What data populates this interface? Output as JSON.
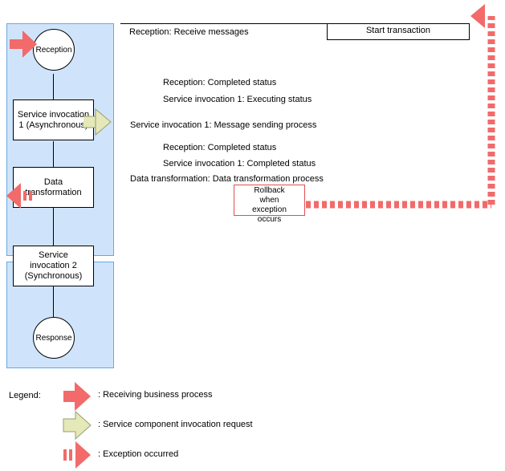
{
  "diagram": {
    "panel_top_label": "",
    "nodes": {
      "reception": "Reception",
      "service_invocation_1": "Service invocation 1 (Asynchronous)",
      "data_transformation": "Data transformation",
      "service_invocation_2": "Service invocation 2 (Synchronous)",
      "response": "Response"
    },
    "messages": {
      "reception_receive": "Reception: Receive messages",
      "start_transaction": "Start transaction",
      "reception_completed_1": "Reception: Completed status",
      "service1_executing": "Service invocation 1: Executing status",
      "service1_sending": "Service invocation 1: Message sending process",
      "reception_completed_2": "Reception: Completed status",
      "service1_completed": "Service invocation 1: Completed status",
      "data_transformation_process": "Data transformation: Data transformation process",
      "rollback": "Rollback when exception occurs"
    }
  },
  "legend": {
    "title": "Legend:",
    "items": [
      {
        "label": ": Receiving business process",
        "icon": "receiving-arrow-icon"
      },
      {
        "label": ": Service component invocation request",
        "icon": "invocation-arrow-icon"
      },
      {
        "label": ": Exception occurred",
        "icon": "exception-arrow-icon"
      }
    ]
  },
  "colors": {
    "panel_fill": "#cfe4fb",
    "panel_border": "#6aa8e0",
    "receiving_arrow": "#f26a6a",
    "invocation_arrow": "#e5e8b8",
    "exception_arrow": "#f26a6a"
  }
}
